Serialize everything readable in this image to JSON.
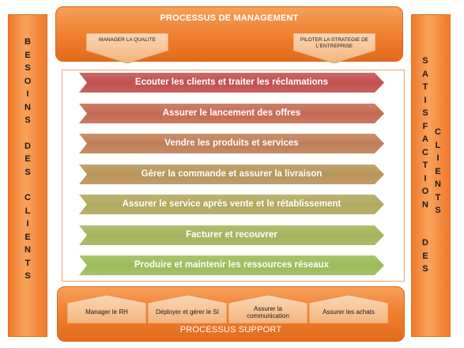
{
  "left_bar": {
    "words": [
      [
        "B",
        "E",
        "S",
        "O",
        "I",
        "N",
        "S"
      ],
      [
        "D",
        "E",
        "S"
      ],
      [
        "C",
        "L",
        "I",
        "E",
        "N",
        "T",
        "S"
      ]
    ]
  },
  "right_bar": {
    "words": [
      [
        "S",
        "A",
        "T",
        "I",
        "S",
        "F",
        "A",
        "C",
        "T",
        "I",
        "O",
        "N"
      ],
      [
        "D",
        "E",
        "S"
      ]
    ],
    "side_word": [
      "C",
      "L",
      "I",
      "E",
      "N",
      "T",
      "S"
    ]
  },
  "management": {
    "title": "PROCESSUS DE MANAGEMENT",
    "items": [
      "MANAGER LA QUALITE",
      "PILOTER LA STRATEGIE DE L'ENTREPRISE"
    ]
  },
  "core_processes": [
    {
      "label": "Ecouter les clients et traiter les réclamations",
      "color": "#c0504d"
    },
    {
      "label": "Assurer le lancement des offres",
      "color": "#c46a51"
    },
    {
      "label": "Vendre les produits et services",
      "color": "#c07e55"
    },
    {
      "label": "Gérer la commande et assurer la livraison",
      "color": "#b8945a"
    },
    {
      "label": "Assurer le service aprés vente et le rétablissement",
      "color": "#b2a85e"
    },
    {
      "label": "Facturer et recouvrer",
      "color": "#a6b25c"
    },
    {
      "label": "Produire et maintenir les ressources réseaux",
      "color": "#9bbb59"
    }
  ],
  "support": {
    "title": "PROCESSUS SUPPORT",
    "items": [
      "Manager le RH",
      "Déployer et gérer le SI",
      "Assurer la communication",
      "Assurer les achats"
    ]
  }
}
